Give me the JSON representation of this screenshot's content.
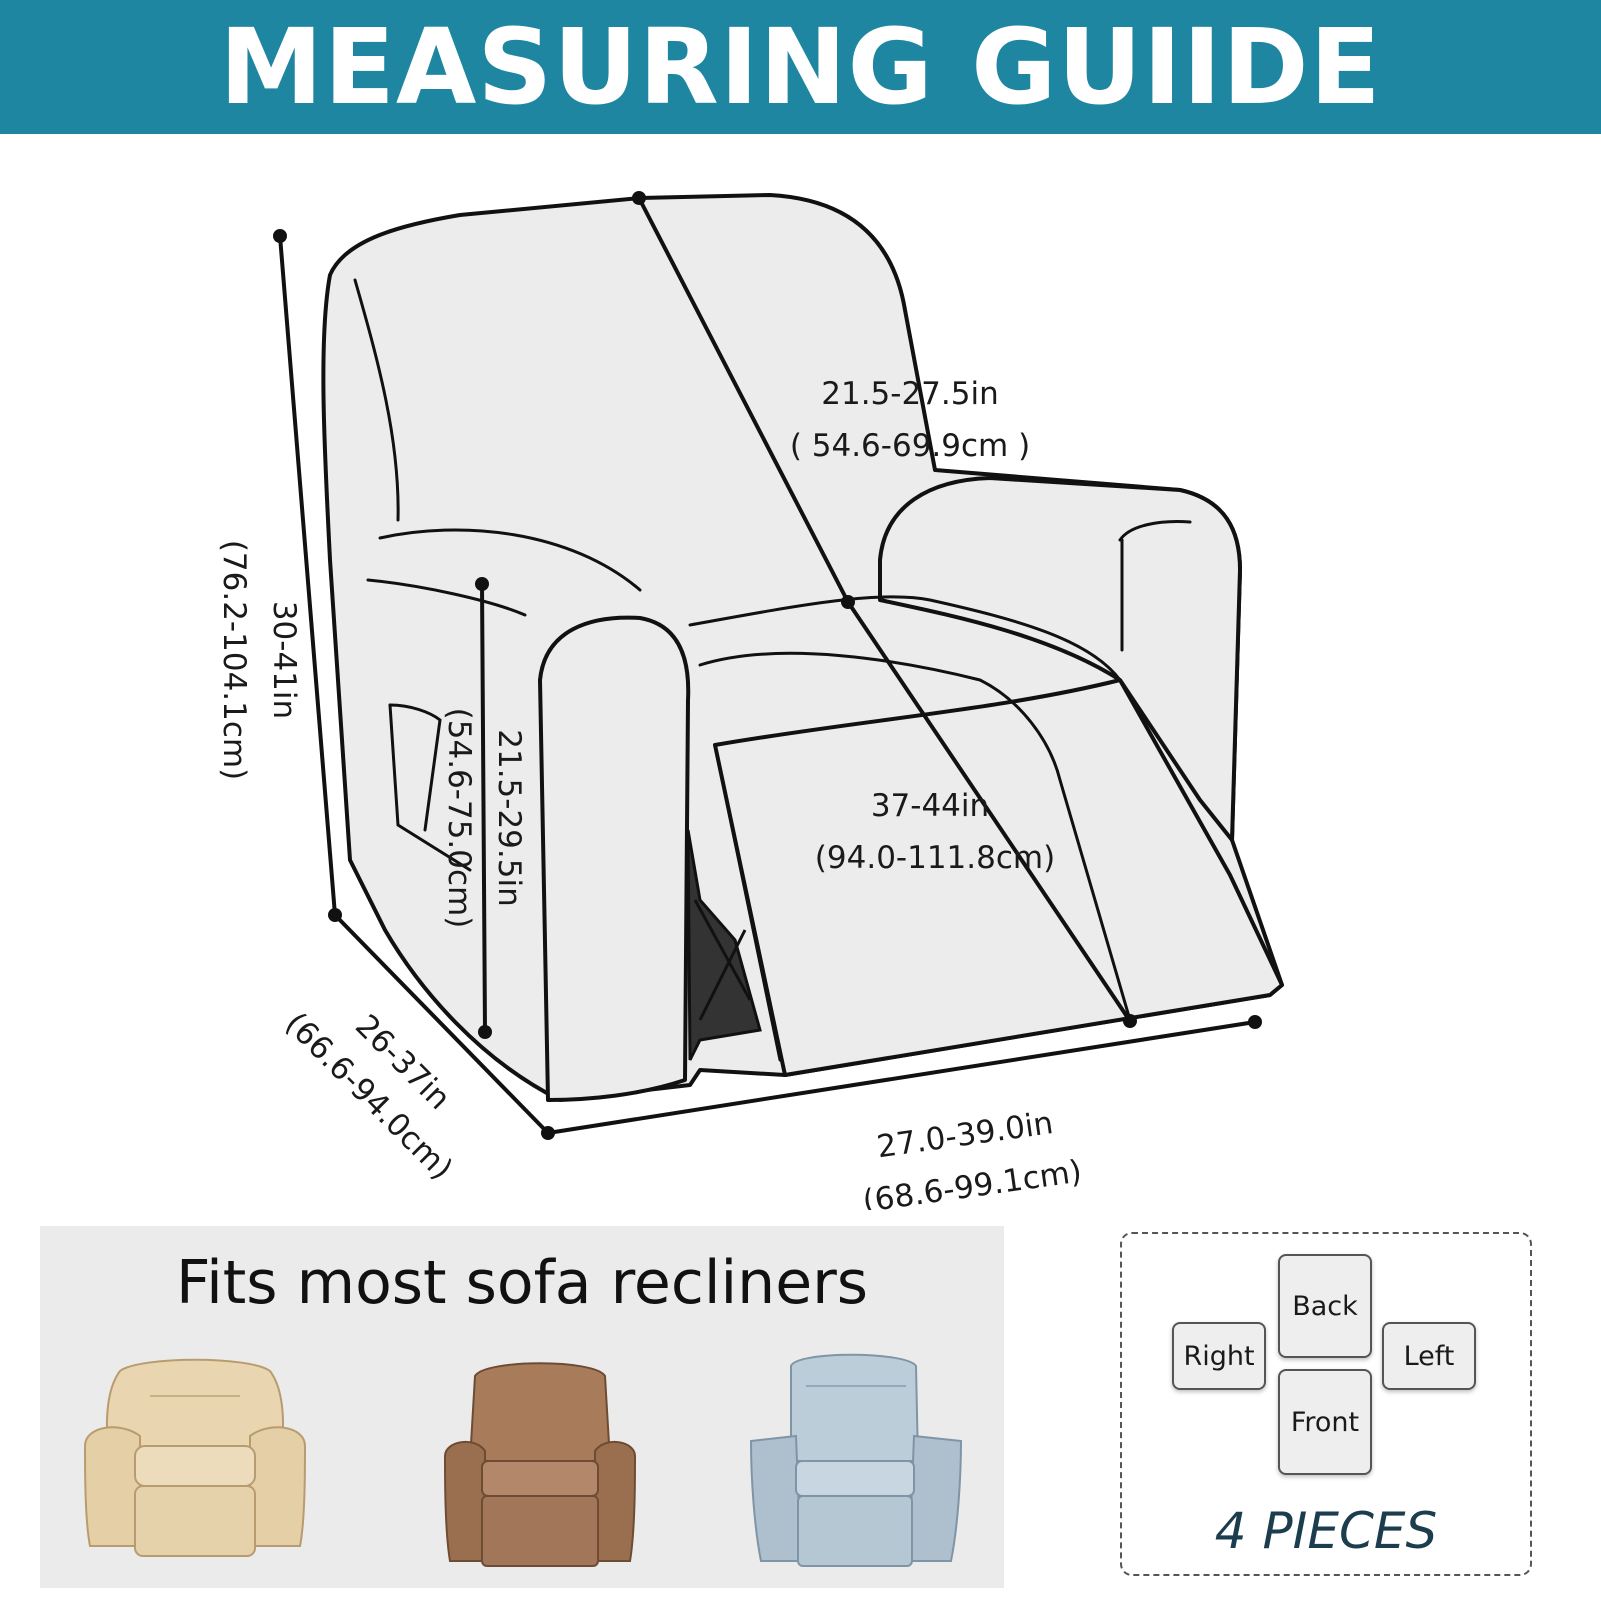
{
  "header": {
    "title": "MEASURING GUIIDE"
  },
  "dimensions": {
    "height": {
      "inches": "30-41in",
      "cm": "(76.2-104.1cm)"
    },
    "arm_height": {
      "inches": "21.5-29.5in",
      "cm": "(54.6-75.0cm)"
    },
    "back_length": {
      "inches": "21.5-27.5in",
      "cm": "( 54.6-69.9cm )"
    },
    "seat_length": {
      "inches": "37-44in",
      "cm": "(94.0-111.8cm)"
    },
    "depth": {
      "inches": "26-37in",
      "cm": "(66.6-94.0cm)"
    },
    "width": {
      "inches": "27.0-39.0in",
      "cm": "(68.6-99.1cm)"
    }
  },
  "fits": {
    "title": "Fits most sofa recliners",
    "chairs": [
      {
        "icon": "cream-recliner-icon",
        "color": "#e8d4ae"
      },
      {
        "icon": "brown-recliner-icon",
        "color": "#a77a5a"
      },
      {
        "icon": "blue-recliner-icon",
        "color": "#b9cad8"
      }
    ]
  },
  "pieces": {
    "labels": {
      "back": "Back",
      "right": "Right",
      "left": "Left",
      "front": "Front"
    },
    "count": "4 PIECES"
  },
  "colors": {
    "banner": "#1f86a1",
    "panel": "#ebebeb",
    "chair_fill": "#ececec",
    "pieces_text": "#1b3d4d"
  }
}
